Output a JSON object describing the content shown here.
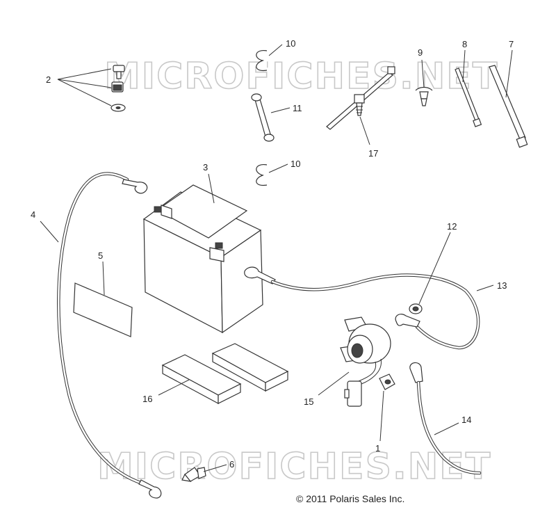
{
  "diagram": {
    "watermark": "MICROFICHES.NET",
    "copyright": "© 2011 Polaris Sales Inc.",
    "callouts": {
      "c1": "1",
      "c2": "2",
      "c3": "3",
      "c4": "4",
      "c5": "5",
      "c6": "6",
      "c7": "7",
      "c8": "8",
      "c9": "9",
      "c10a": "10",
      "c10b": "10",
      "c11": "11",
      "c12": "12",
      "c13": "13",
      "c14": "14",
      "c15": "15",
      "c16": "16",
      "c17": "17"
    }
  }
}
